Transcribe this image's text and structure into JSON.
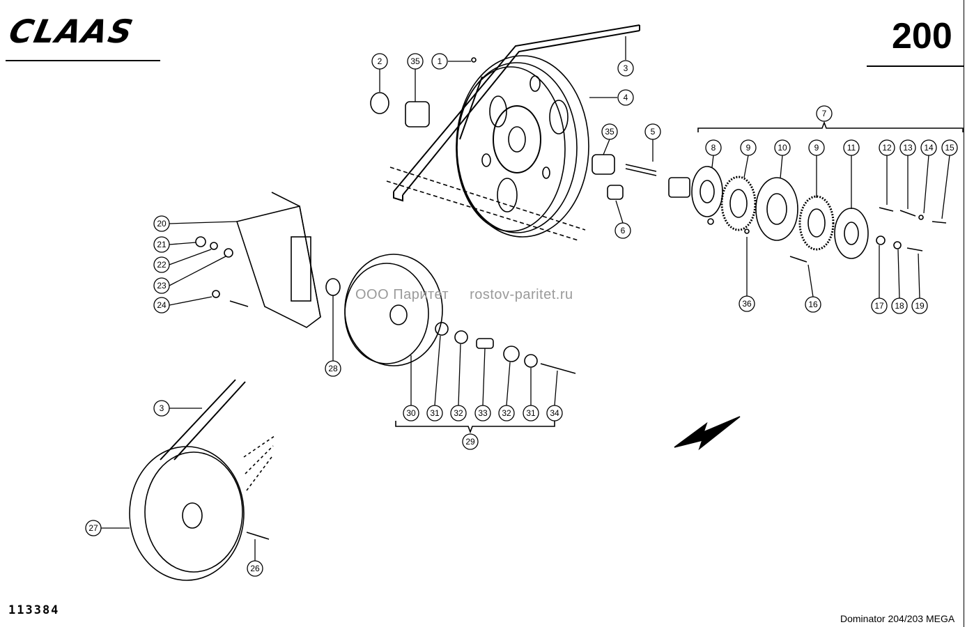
{
  "header": {
    "brand": "CLAAS",
    "page_number": "200"
  },
  "footer": {
    "drawing_number": "113384",
    "model": "Dominator 204/203 MEGA"
  },
  "watermark": {
    "company": "ООО Паритет",
    "site": "rostov-paritet.ru"
  },
  "callouts": [
    "1",
    "2",
    "3",
    "4",
    "5",
    "6",
    "7",
    "8",
    "9",
    "10",
    "11",
    "12",
    "13",
    "14",
    "15",
    "16",
    "17",
    "18",
    "19",
    "20",
    "21",
    "22",
    "23",
    "24",
    "26",
    "27",
    "28",
    "29",
    "30",
    "31",
    "32",
    "33",
    "34",
    "35",
    "36"
  ],
  "colors": {
    "ink": "#000000",
    "watermark": "#9a9a9a",
    "background": "#ffffff"
  }
}
